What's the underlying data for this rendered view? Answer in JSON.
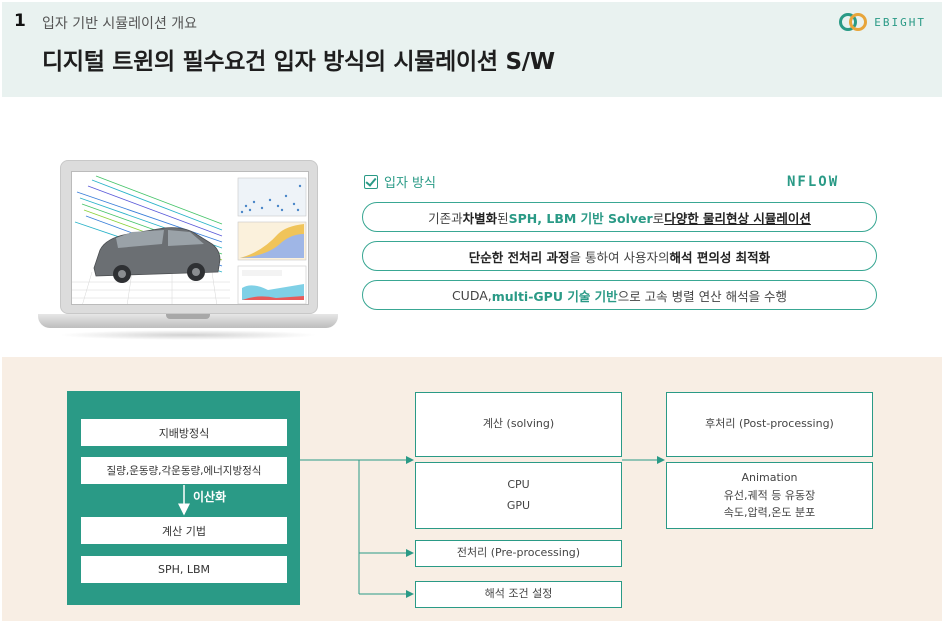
{
  "header": {
    "section_number": "1",
    "section_title": "입자 기반 시뮬레이션 개요",
    "main_title": "디지털 트윈의 필수요건 입자 방식의 시뮬레이션 S/W",
    "logo_text": "EBIGHT"
  },
  "particle": {
    "heading": "입자 방식",
    "brand": "NFLOW",
    "pill1": {
      "a": "기존과 ",
      "b": "차별화",
      "c": "된 ",
      "d": "SPH, LBM 기반 Solver",
      "e": "로 ",
      "f": "다양한 물리현상 시뮬레이션"
    },
    "pill2": {
      "a": "단순한 전처리 과정",
      "b": "을 통하여 사용자의 ",
      "c": "해석 편의성 최적화"
    },
    "pill3": {
      "a": "CUDA, ",
      "b": "multi-GPU 기술 기반",
      "c": "으로 고속 병렬 연산 해석을 수행"
    }
  },
  "flow": {
    "governing_eq": "지배방정식",
    "conservation": "질량,운동량,각운동량,에너지방정식",
    "discretize": "이산화",
    "method": "계산 기법",
    "method_list": "SPH, LBM",
    "solving": "계산 (solving)",
    "cpu": "CPU",
    "gpu": "GPU",
    "pre": "전처리 (Pre-processing)",
    "conditions": "해석 조건 설정",
    "post": "후처리 (Post-processing)",
    "anim1": "Animation",
    "anim2": "유선,궤적 등 유동장",
    "anim3": "속도,압력,온도 분포"
  },
  "colors": {
    "accent": "#2a9a86",
    "header_bg": "#e9f2f0",
    "bottom_bg": "#f8eee4"
  }
}
